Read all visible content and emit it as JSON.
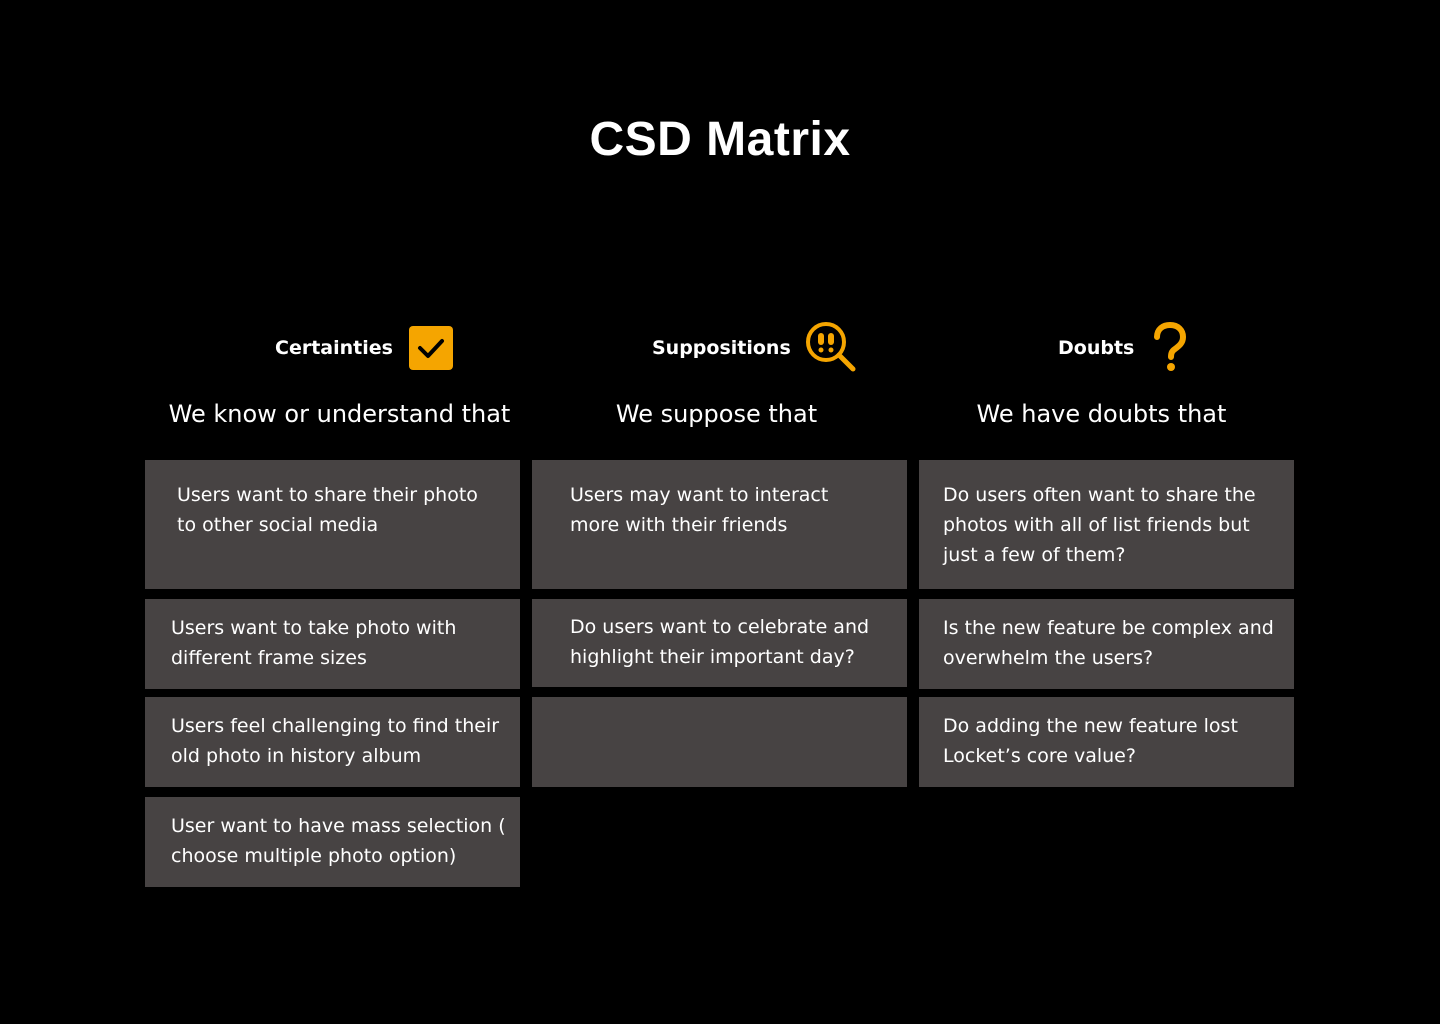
{
  "title": "CSD Matrix",
  "colors": {
    "background": "#000000",
    "card": "#474343",
    "accent": "#F5A500",
    "text": "#FFFFFF"
  },
  "columns": [
    {
      "label": "Certainties",
      "icon": "checkbox-check-icon",
      "subtitle": "We know or understand that",
      "cards": [
        "Users want to share their photo to other social media",
        "Users want to take photo with different frame sizes",
        "Users feel challenging to find their old photo in history album",
        "User want to have mass selection ( choose multiple photo option)"
      ]
    },
    {
      "label": "Suppositions",
      "icon": "magnifier-face-icon",
      "subtitle": "We suppose that",
      "cards": [
        "Users may want to interact more with their friends",
        "Do users want to celebrate and highlight their important day?",
        ""
      ]
    },
    {
      "label": "Doubts",
      "icon": "question-mark-icon",
      "subtitle": "We have doubts that",
      "cards": [
        "Do users often want to share the photos with all of list friends but just a few of them?",
        "Is the new feature be complex and overwhelm the users?",
        "Do adding the new feature lost Locket’s core value?"
      ]
    }
  ]
}
